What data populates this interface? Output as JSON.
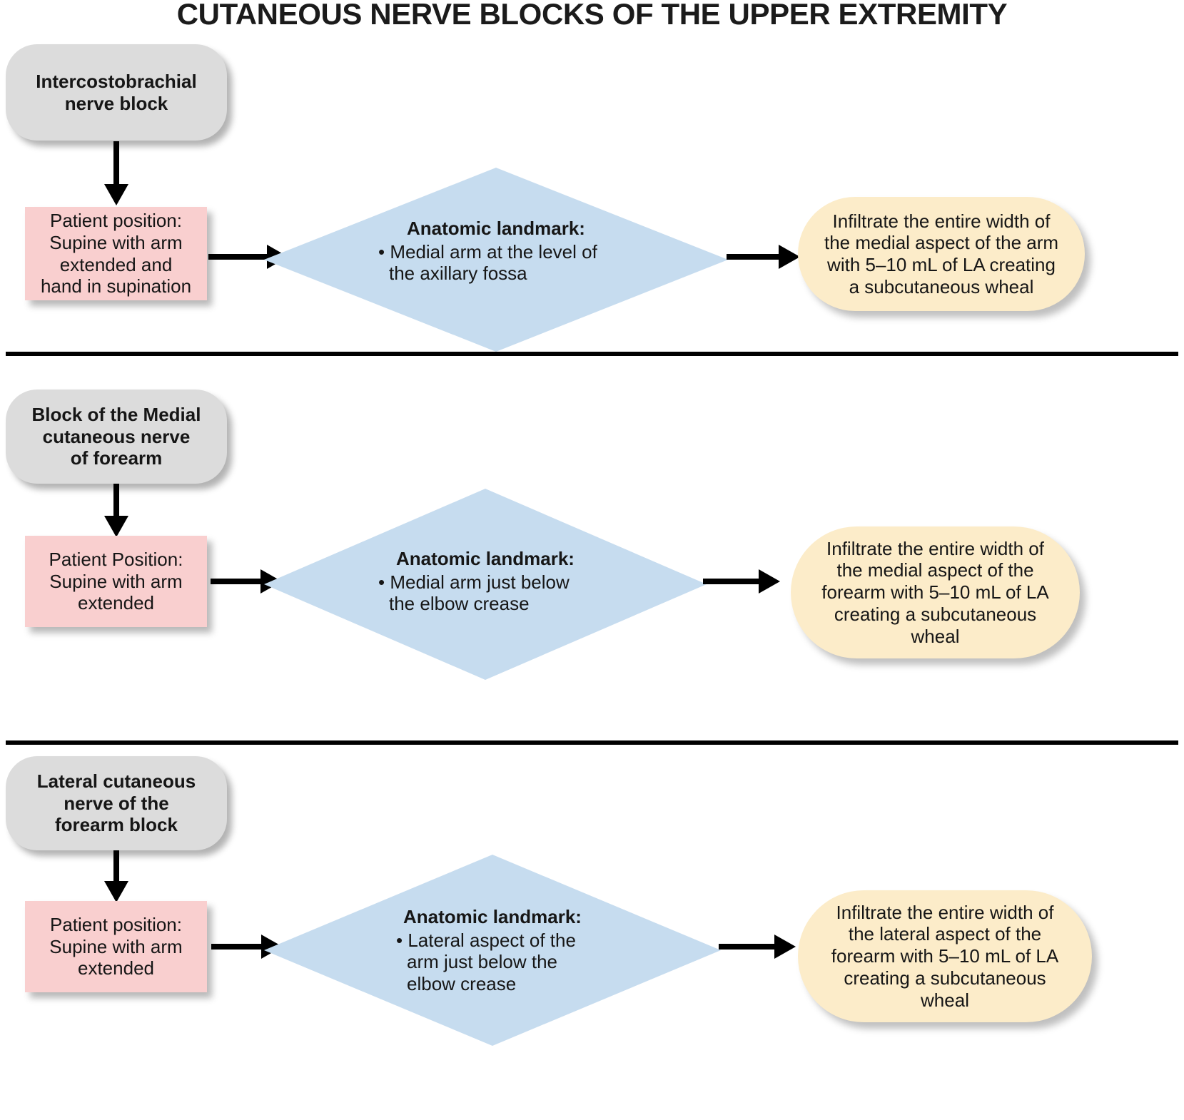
{
  "title": "CUTANEOUS NERVE BLOCKS OF THE UPPER EXTREMITY",
  "colors": {
    "block_name_fill": "#dcdcdc",
    "patient_position_fill": "#f9cfcf",
    "landmark_fill": "#c6dcef",
    "action_fill": "#fcecc9",
    "arrow": "#000000",
    "divider": "#000000",
    "text": "#161616",
    "page_background": "#ffffff"
  },
  "sections": [
    {
      "block_name": "Intercostobrachial\nnerve block",
      "block_name_line1": "Intercostobrachial",
      "block_name_line2": "nerve block",
      "patient_position": "Patient position:\nSupine with arm\nextended and\nhand in supination",
      "patient_position_line1": "Patient position:",
      "patient_position_line2": "Supine with arm",
      "patient_position_line3": "extended and",
      "patient_position_line4": "hand in supination",
      "landmark_heading": "Anatomic landmark:",
      "landmark_bullet": "• Medial arm at the level of the axillary fossa",
      "action": "Infiltrate the entire width of the medial aspect of the arm with 5–10 mL of LA creating a subcutaneous wheal"
    },
    {
      "block_name": "Block of the Medial\ncutaneous nerve\nof forearm",
      "block_name_line1": "Block of the Medial",
      "block_name_line2": "cutaneous nerve",
      "block_name_line3": "of forearm",
      "patient_position": "Patient Position:\nSupine with arm\nextended",
      "patient_position_line1": "Patient Position:",
      "patient_position_line2": "Supine with arm",
      "patient_position_line3": "extended",
      "landmark_heading": "Anatomic landmark:",
      "landmark_bullet": "• Medial arm just below the elbow crease",
      "action": "Infiltrate the entire width of the medial aspect of the forearm with 5–10 mL of LA creating a subcutaneous wheal"
    },
    {
      "block_name": "Lateral cutaneous\nnerve of the\nforearm block",
      "block_name_line1": "Lateral cutaneous",
      "block_name_line2": "nerve of the",
      "block_name_line3": "forearm block",
      "patient_position": "Patient position:\nSupine with arm\nextended",
      "patient_position_line1": "Patient position:",
      "patient_position_line2": "Supine with arm",
      "patient_position_line3": "extended",
      "landmark_heading": "Anatomic landmark:",
      "landmark_bullet": "• Lateral aspect of the arm just below the elbow crease",
      "action": "Infiltrate the entire width of the lateral aspect of the forearm with 5–10 mL of LA creating a subcutaneous wheal"
    }
  ]
}
